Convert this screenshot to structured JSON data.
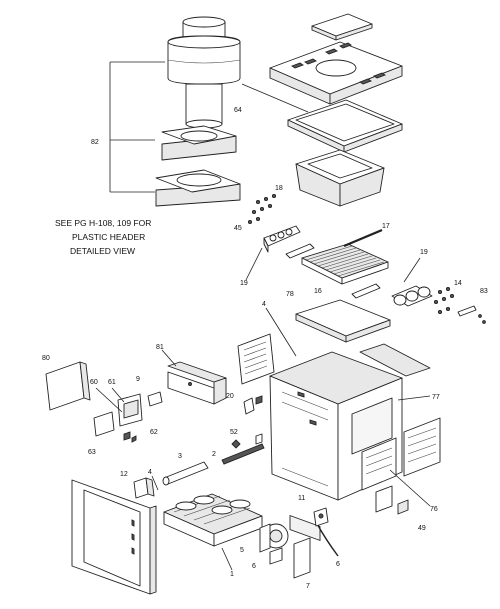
{
  "note": {
    "line1": "SEE PG H-108, 109 FOR",
    "line2": "PLASTIC HEADER",
    "line3": "DETAILED VIEW"
  },
  "callouts": {
    "c64": "64",
    "c82": "82",
    "c18": "18",
    "c45": "45",
    "c17": "17",
    "c19a": "19",
    "c19b": "19",
    "c16": "16",
    "c78": "78",
    "c14": "14",
    "c83": "83",
    "c4a": "4",
    "c80": "80",
    "c81": "81",
    "c60": "60",
    "c61": "61",
    "c9": "9",
    "c20": "20",
    "c77": "77",
    "c62": "62",
    "c63": "63",
    "c52": "52",
    "c3": "3",
    "c2": "2",
    "c12": "12",
    "c4b": "4",
    "c11": "11",
    "c76": "76",
    "c49": "49",
    "c5": "5",
    "c6a": "6",
    "c6b": "6",
    "c7": "7",
    "c1": "1"
  }
}
